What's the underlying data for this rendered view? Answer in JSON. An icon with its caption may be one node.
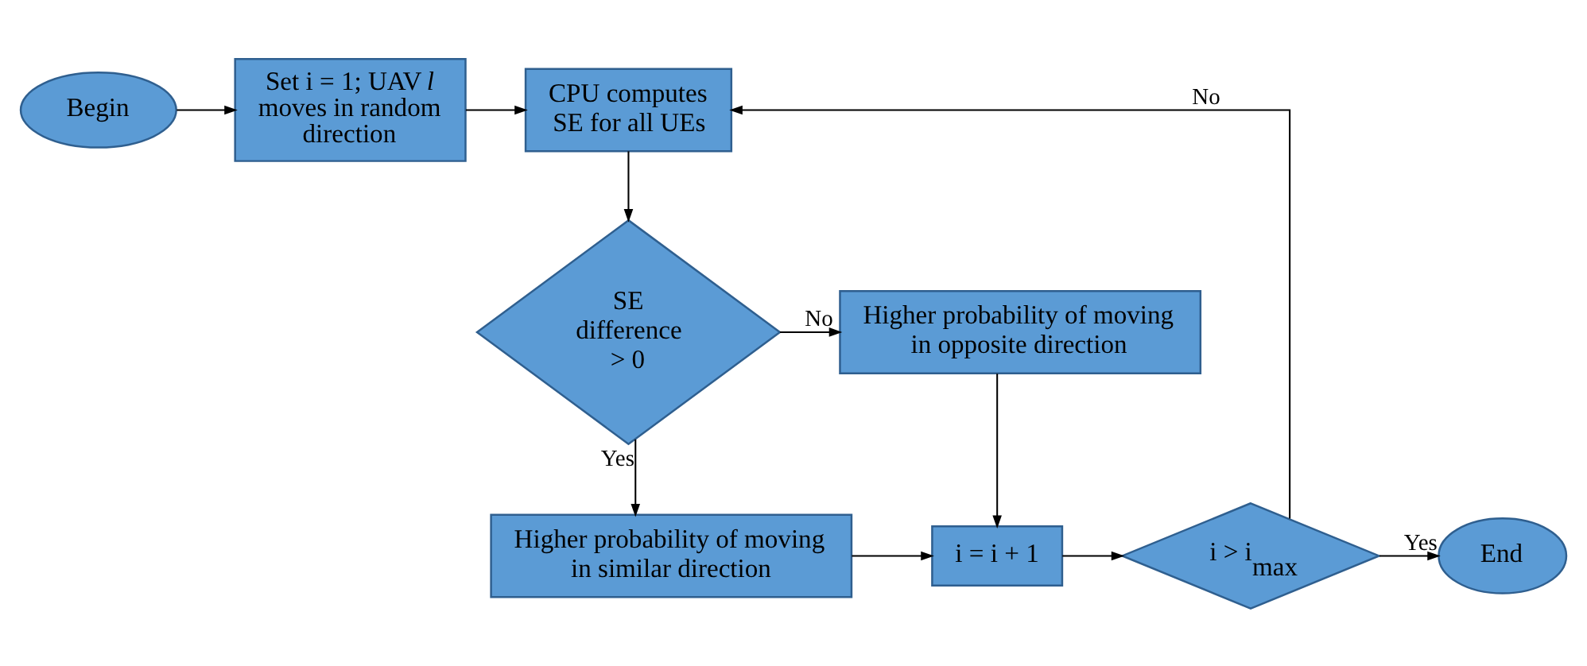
{
  "diagram": {
    "nodes": [
      {
        "text": [
          "Begin"
        ]
      },
      {
        "text": [
          "Set i = 1; UAV *l* moves in random direction"
        ]
      },
      {
        "text": [
          "CPU computes SE for all UEs"
        ]
      },
      {
        "text": [
          "SE difference > 0"
        ]
      },
      {
        "text": [
          "Higher probability of moving in opposite direction"
        ]
      },
      {
        "text": [
          "Higher probability of moving in similar direction"
        ]
      },
      {
        "text": [
          "i = i + 1"
        ]
      },
      {
        "text": [
          "i > i$_{max}$"
        ]
      },
      {
        "text": [
          "End"
        ]
      }
    ],
    "edges": [
      {
        "from": 0,
        "to": 1,
        "arrow": "to"
      },
      {
        "from": 1,
        "to": 2,
        "arrow": "to"
      },
      {
        "from": 2,
        "to": 3,
        "arrow": "to"
      },
      {
        "from": 3,
        "to": 4,
        "arrow": "to",
        "label": "No"
      },
      {
        "from": 3,
        "to": 5,
        "arrow": "to",
        "label": "Yes"
      },
      {
        "from": 4,
        "to": 6,
        "arrow": "to"
      },
      {
        "from": 5,
        "to": 6,
        "arrow": "to"
      },
      {
        "from": 6,
        "to": 7,
        "arrow": "to"
      },
      {
        "from": 7,
        "to": 8,
        "arrow": "to",
        "label": "Yes"
      },
      {
        "from": 7,
        "to": 2,
        "arrow": "to",
        "label": "No"
      }
    ]
  }
}
